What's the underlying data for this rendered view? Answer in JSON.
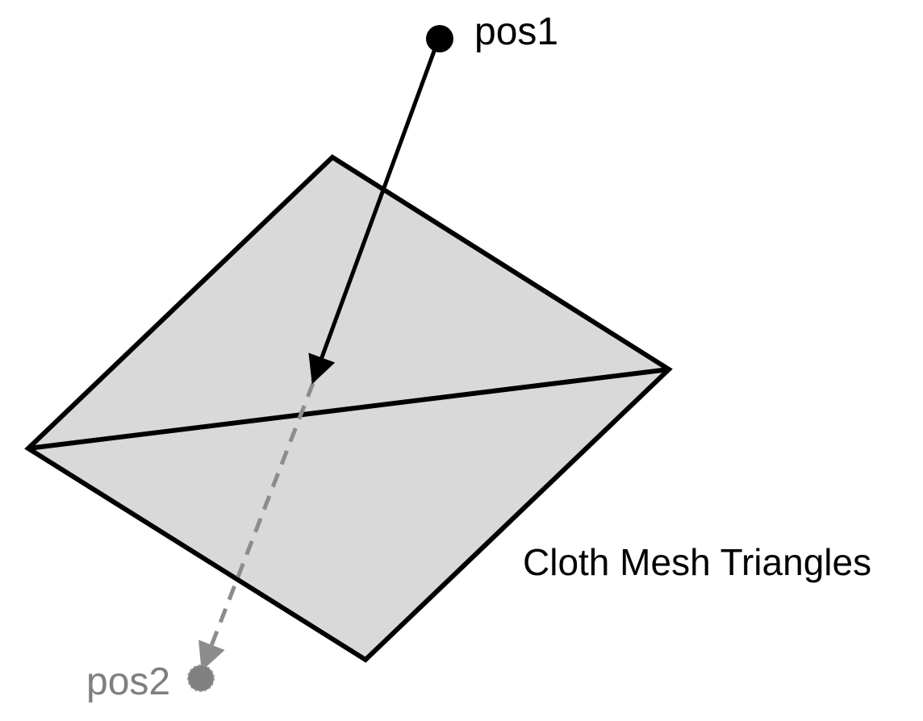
{
  "labels": {
    "pos1": "pos1",
    "pos2": "pos2",
    "mesh": "Cloth Mesh Triangles"
  },
  "colors": {
    "background": "#ffffff",
    "mesh_fill": "#d9d9d9",
    "outline": "#000000",
    "pos1_point": "#000000",
    "pos2_point": "#808080",
    "pos1_text": "#000000",
    "pos2_text": "#7f7f7f",
    "dashed_ray": "#8c8c8c"
  }
}
